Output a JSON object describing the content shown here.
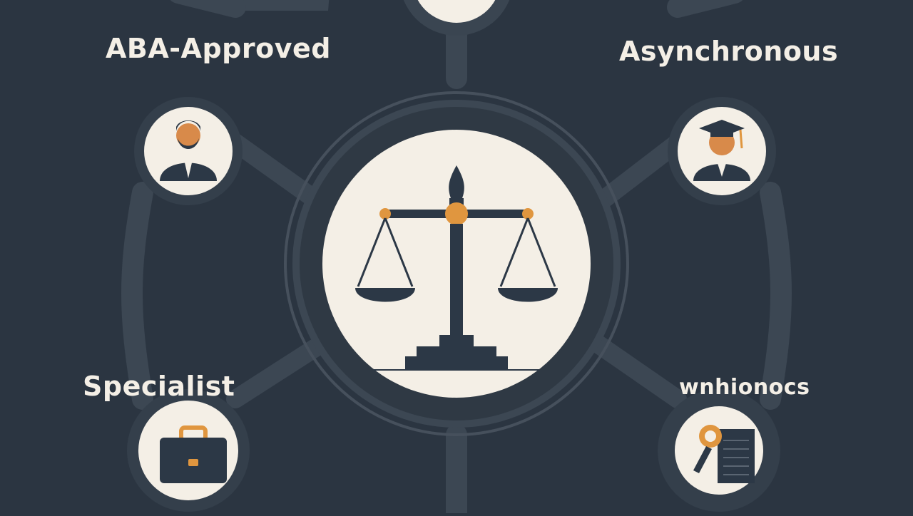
{
  "labels": {
    "top_left": "ABA-Approved",
    "top_right": "Asynchronous",
    "bottom_left": "Specialist",
    "bottom_right": "wnhionocs"
  },
  "colors": {
    "background": "#2b3541",
    "connector": "#3c4753",
    "ring": "#46505c",
    "node_fill": "#f4efe6",
    "icon_dark": "#2c3846",
    "accent": "#e0963f"
  },
  "nodes": {
    "center": "scales-of-justice-icon",
    "top_left": "lawyer-icon",
    "top_right": "graduate-icon",
    "bottom_left": "briefcase-icon",
    "bottom_right": "certificate-icon"
  }
}
